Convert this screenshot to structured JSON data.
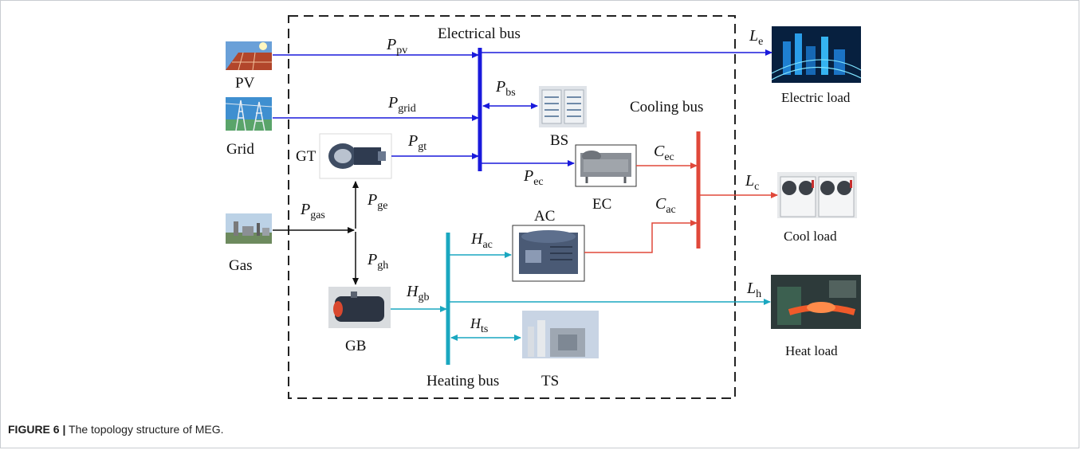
{
  "caption": {
    "figure": "FIGURE 6 |",
    "text": " The topology structure of MEG."
  },
  "buses": {
    "electrical": "Electrical bus",
    "cooling": "Cooling bus",
    "heating": "Heating bus"
  },
  "sources": {
    "pv": "PV",
    "grid": "Grid",
    "gas": "Gas"
  },
  "devices": {
    "gt": "GT",
    "bs": "BS",
    "ec": "EC",
    "ac": "AC",
    "gb": "GB",
    "ts": "TS"
  },
  "loads": {
    "electric": "Electric load",
    "cool": "Cool load",
    "heat": "Heat load"
  },
  "flows": {
    "p_pv": {
      "main": "P",
      "sub": "pv"
    },
    "p_grid": {
      "main": "P",
      "sub": "grid"
    },
    "p_gt": {
      "main": "P",
      "sub": "gt"
    },
    "p_bs": {
      "main": "P",
      "sub": "bs"
    },
    "p_ec": {
      "main": "P",
      "sub": "ec"
    },
    "p_gas": {
      "main": "P",
      "sub": "gas"
    },
    "p_ge": {
      "main": "P",
      "sub": "ge"
    },
    "p_gh": {
      "main": "P",
      "sub": "gh"
    },
    "c_ec": {
      "main": "C",
      "sub": "ec"
    },
    "c_ac": {
      "main": "C",
      "sub": "ac"
    },
    "h_ac": {
      "main": "H",
      "sub": "ac"
    },
    "h_gb": {
      "main": "H",
      "sub": "gb"
    },
    "h_ts": {
      "main": "H",
      "sub": "ts"
    },
    "l_e": {
      "main": "L",
      "sub": "e"
    },
    "l_c": {
      "main": "L",
      "sub": "c"
    },
    "l_h": {
      "main": "L",
      "sub": "h"
    }
  },
  "colors": {
    "electric": "#1a1adc",
    "cooling": "#e0483a",
    "heating": "#1aa7c0",
    "gas": "#111111",
    "frame": "#222222"
  }
}
